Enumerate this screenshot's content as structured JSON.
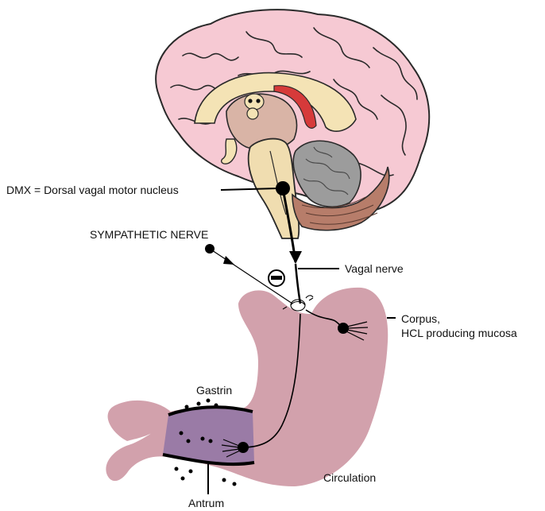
{
  "labels": {
    "dmx": "DMX = Dorsal vagal motor nucleus",
    "sympathetic": "SYMPATHETIC NERVE",
    "vagal": "Vagal nerve",
    "corpus_line1": "Corpus,",
    "corpus_line2": "HCL producing mucosa",
    "gastrin": "Gastrin",
    "circulation": "Circulation",
    "antrum": "Antrum"
  },
  "colors": {
    "brain": "#f6c9d3",
    "brain_outline": "#2a2a2a",
    "brain_inner": "#d9b4a6",
    "cream": "#f4e3b5",
    "red_tract": "#d63a3a",
    "cerebellum_grey": "#9c9c9c",
    "cerebellum_brown": "#b77d6a",
    "brainstem": "#f0ddb0",
    "stomach": "#d2a1ac",
    "antrum": "#9a7ba6",
    "line": "#000000"
  },
  "icons": {
    "inhibition": "minus-circle-icon",
    "synapse": "synapse-icon",
    "neuron_body": "neuron-dot-icon"
  }
}
